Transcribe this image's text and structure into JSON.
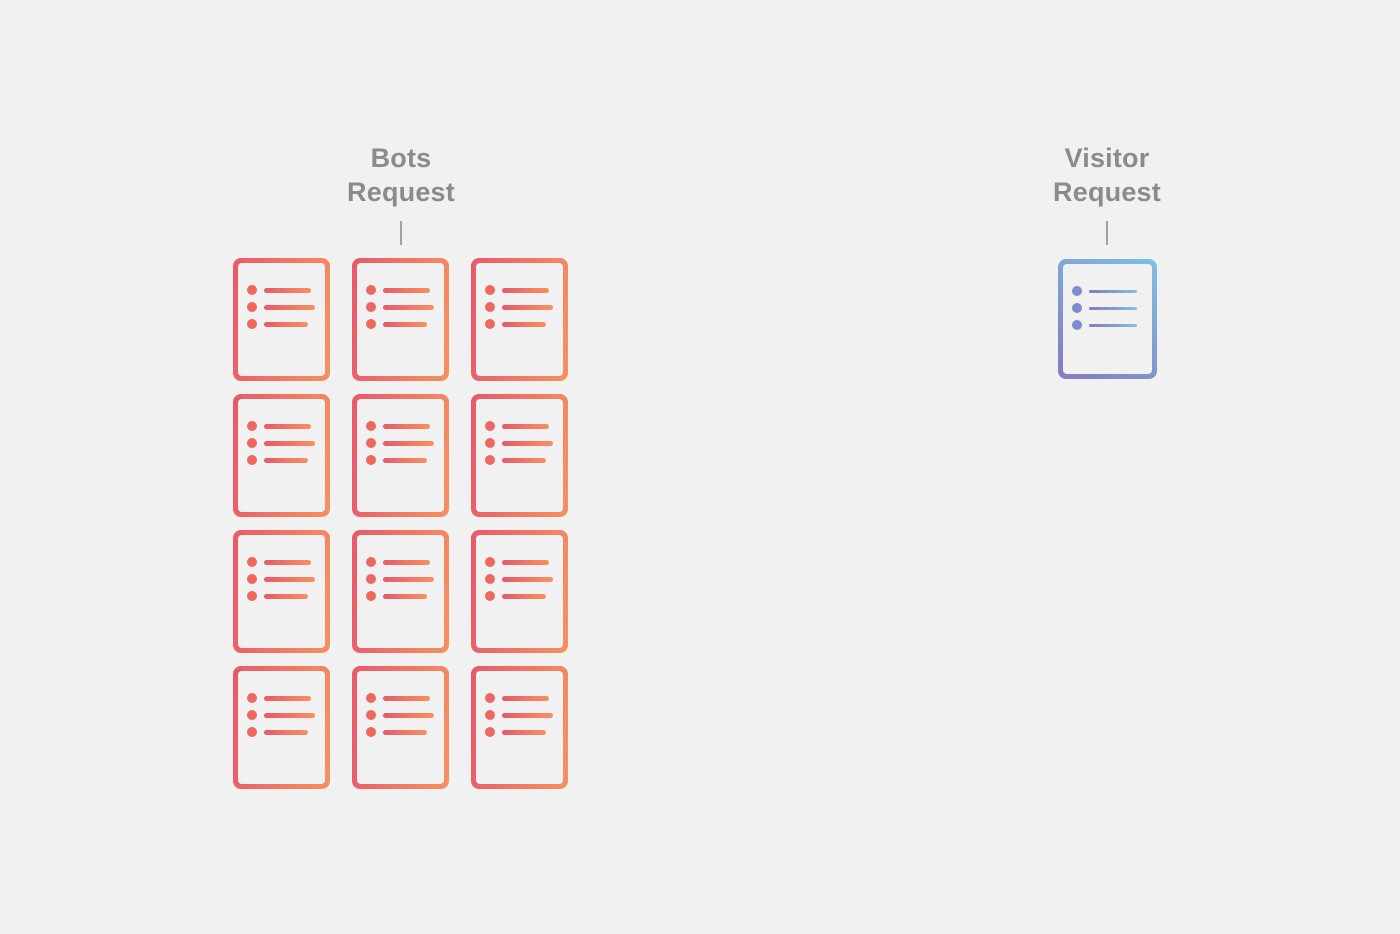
{
  "background_color": "#f1f1f2",
  "label_color": "#8b8b8b",
  "connector_color": "#a1a1a1",
  "bots": {
    "label": {
      "line1": "Bots",
      "line2": "Request"
    },
    "documents": {
      "count": 12,
      "grid_columns": 3,
      "grid_rows": 4
    },
    "colors": {
      "gradient_start": "#e8596b",
      "gradient_end": "#f79160",
      "bullet": "#ee685e"
    }
  },
  "visitor": {
    "label": {
      "line1": "Visitor",
      "line2": "Request"
    },
    "documents": {
      "count": 1
    },
    "colors": {
      "gradient_start": "#837ac0",
      "gradient_end": "#7fc1e1",
      "bullet": "#7b8ecb"
    }
  }
}
